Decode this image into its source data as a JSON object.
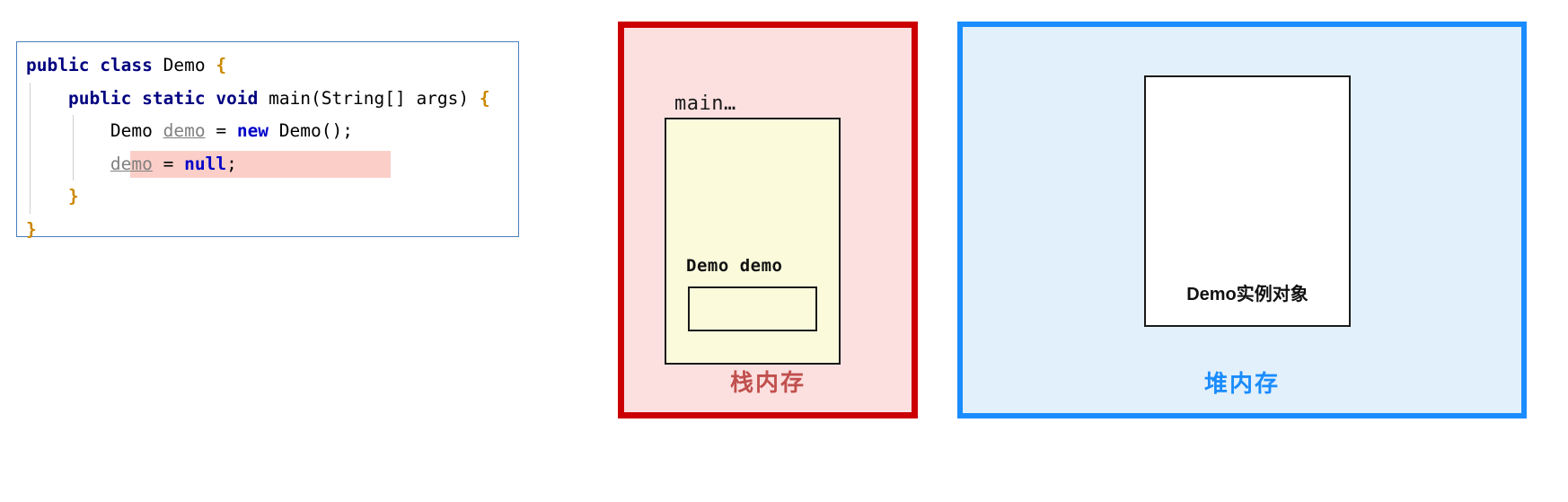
{
  "code_panel": {
    "border_color": "#4a7ebb",
    "lines": [
      {
        "id": "line-1",
        "indent": 0,
        "tokens": [
          {
            "text": "public",
            "style": "kw"
          },
          {
            "text": " ",
            "style": "plain"
          },
          {
            "text": "class",
            "style": "kw"
          },
          {
            "text": " Demo ",
            "style": "plain"
          },
          {
            "text": "{",
            "style": "brace"
          }
        ]
      },
      {
        "id": "line-2",
        "indent": 1,
        "tokens": [
          {
            "text": "public",
            "style": "kw"
          },
          {
            "text": " ",
            "style": "plain"
          },
          {
            "text": "static",
            "style": "kw"
          },
          {
            "text": " ",
            "style": "plain"
          },
          {
            "text": "void",
            "style": "kw"
          },
          {
            "text": " main(String[] args) ",
            "style": "plain"
          },
          {
            "text": "{",
            "style": "brace"
          }
        ]
      },
      {
        "id": "line-3",
        "indent": 2,
        "tokens": [
          {
            "text": "Demo ",
            "style": "plain"
          },
          {
            "text": "demo",
            "style": "var"
          },
          {
            "text": " = ",
            "style": "plain"
          },
          {
            "text": "new",
            "style": "kw2"
          },
          {
            "text": " Demo();",
            "style": "plain"
          }
        ]
      },
      {
        "id": "line-4",
        "indent": 2,
        "highlighted": true,
        "tokens": [
          {
            "text": "demo",
            "style": "var"
          },
          {
            "text": " = ",
            "style": "plain"
          },
          {
            "text": "null",
            "style": "kw2"
          },
          {
            "text": ";",
            "style": "plain"
          }
        ]
      },
      {
        "id": "line-5",
        "indent": 1,
        "tokens": [
          {
            "text": "}",
            "style": "brace"
          }
        ]
      },
      {
        "id": "line-6",
        "indent": 0,
        "tokens": [
          {
            "text": "}",
            "style": "brace"
          }
        ]
      }
    ],
    "highlight_color": "#fbcfc8"
  },
  "stack_panel": {
    "background": "#fce0e0",
    "border_color": "#cc0000",
    "frame_label": "main…",
    "frame_background": "#fbfbdc",
    "variable_label": "Demo  demo",
    "variable_slot_value": "",
    "memory_label": "栈内存",
    "memory_label_color": "#c0504d"
  },
  "heap_panel": {
    "background": "#e2f0fb",
    "border_color": "#1a8cff",
    "object_label": "Demo实例对象",
    "object_background": "#ffffff",
    "memory_label": "堆内存",
    "memory_label_color": "#1a8cff"
  }
}
